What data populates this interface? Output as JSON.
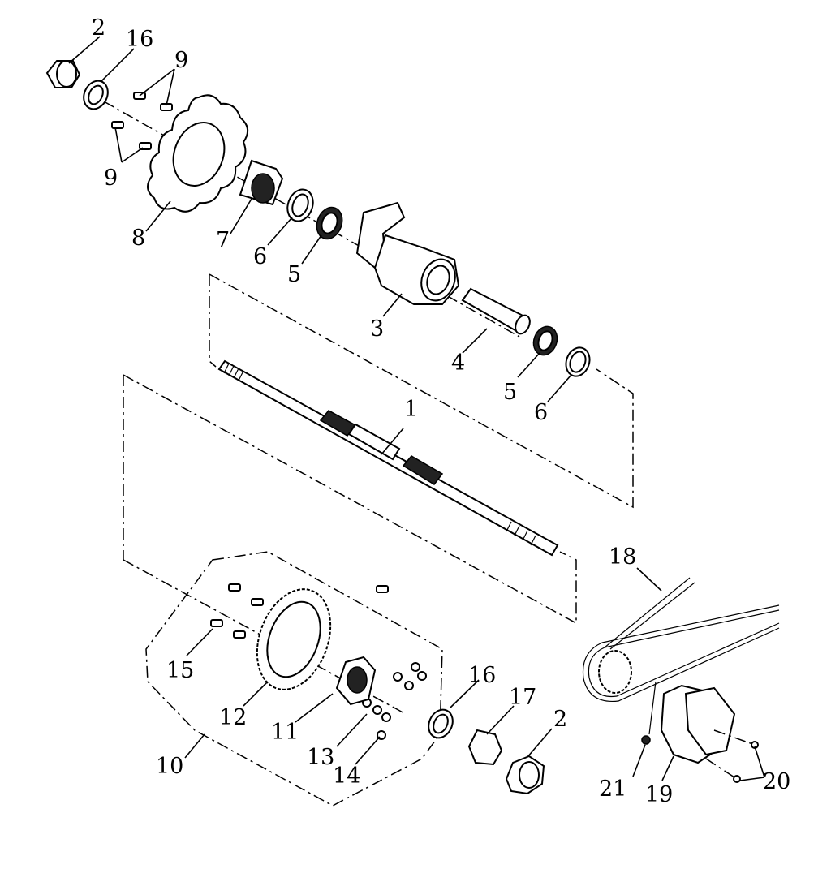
{
  "diagram": {
    "callouts": [
      {
        "id": "c2a",
        "text": "2"
      },
      {
        "id": "c16a",
        "text": "16"
      },
      {
        "id": "c9a",
        "text": "9"
      },
      {
        "id": "c9b",
        "text": "9"
      },
      {
        "id": "c8",
        "text": "8"
      },
      {
        "id": "c7",
        "text": "7"
      },
      {
        "id": "c6a",
        "text": "6"
      },
      {
        "id": "c5a",
        "text": "5"
      },
      {
        "id": "c3",
        "text": "3"
      },
      {
        "id": "c4",
        "text": "4"
      },
      {
        "id": "c5b",
        "text": "5"
      },
      {
        "id": "c6b",
        "text": "6"
      },
      {
        "id": "c1",
        "text": "1"
      },
      {
        "id": "c18",
        "text": "18"
      },
      {
        "id": "c15",
        "text": "15"
      },
      {
        "id": "c12",
        "text": "12"
      },
      {
        "id": "c11",
        "text": "11"
      },
      {
        "id": "c16b",
        "text": "16"
      },
      {
        "id": "c17",
        "text": "17"
      },
      {
        "id": "c2b",
        "text": "2"
      },
      {
        "id": "c10",
        "text": "10"
      },
      {
        "id": "c13",
        "text": "13"
      },
      {
        "id": "c14",
        "text": "14"
      },
      {
        "id": "c21",
        "text": "21"
      },
      {
        "id": "c19",
        "text": "19"
      },
      {
        "id": "c20",
        "text": "20"
      }
    ]
  }
}
